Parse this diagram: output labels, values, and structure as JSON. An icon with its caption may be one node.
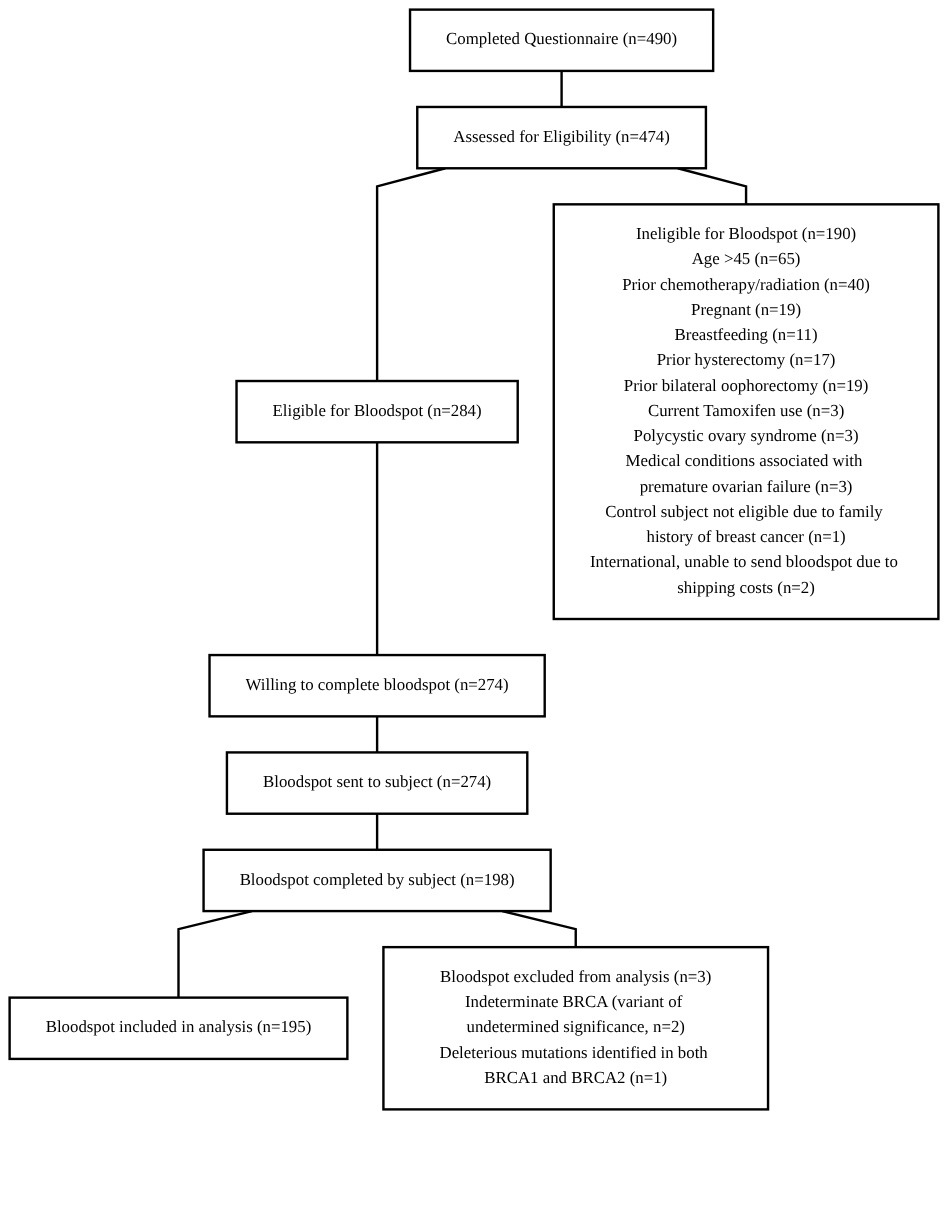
{
  "diagram": {
    "nodes": [
      {
        "text": [
          "Completed Questionnaire (n=490)"
        ]
      },
      {
        "text": [
          "Assessed for Eligibility (n=474)"
        ]
      },
      {
        "text": [
          "Eligible for Bloodspot (n=284)"
        ]
      },
      {
        "text": [
          "Ineligible for Bloodspot (n=190)",
          "Age >45 (n=65)",
          "Prior chemotherapy/radiation (n=40)",
          "Pregnant (n=19)",
          "Breastfeeding (n=11)",
          "Prior hysterectomy (n=17)",
          "Prior bilateral oophorectomy (n=19)",
          "Current Tamoxifen use (n=3)",
          "Polycystic ovary syndrome (n=3)",
          "Medical conditions associated with premature ovarian failure (n=3)",
          "Control subject not eligible due to family history of breast cancer (n=1)",
          "International, unable to send bloodspot due to shipping costs (n=2)"
        ]
      },
      {
        "text": [
          "Willing to complete bloodspot (n=274)"
        ]
      },
      {
        "text": [
          "Bloodspot sent to subject (n=274)"
        ]
      },
      {
        "text": [
          "Bloodspot completed by subject (n=198)"
        ]
      },
      {
        "text": [
          "Bloodspot included in analysis (n=195)"
        ]
      },
      {
        "text": [
          "Bloodspot excluded from analysis (n=3)",
          "Indeterminate BRCA (variant of undetermined significance, n=2)",
          "Deleterious mutations identified in both BRCA1 and BRCA2 (n=1)"
        ]
      }
    ],
    "edges": [
      {
        "from": 0,
        "to": 1,
        "arrow": "none"
      },
      {
        "from": 1,
        "to": 2,
        "arrow": "none"
      },
      {
        "from": 1,
        "to": 3,
        "arrow": "none"
      },
      {
        "from": 2,
        "to": 4,
        "arrow": "none"
      },
      {
        "from": 4,
        "to": 5,
        "arrow": "none"
      },
      {
        "from": 5,
        "to": 6,
        "arrow": "none"
      },
      {
        "from": 6,
        "to": 7,
        "arrow": "none"
      },
      {
        "from": 6,
        "to": 8,
        "arrow": "none"
      }
    ]
  }
}
